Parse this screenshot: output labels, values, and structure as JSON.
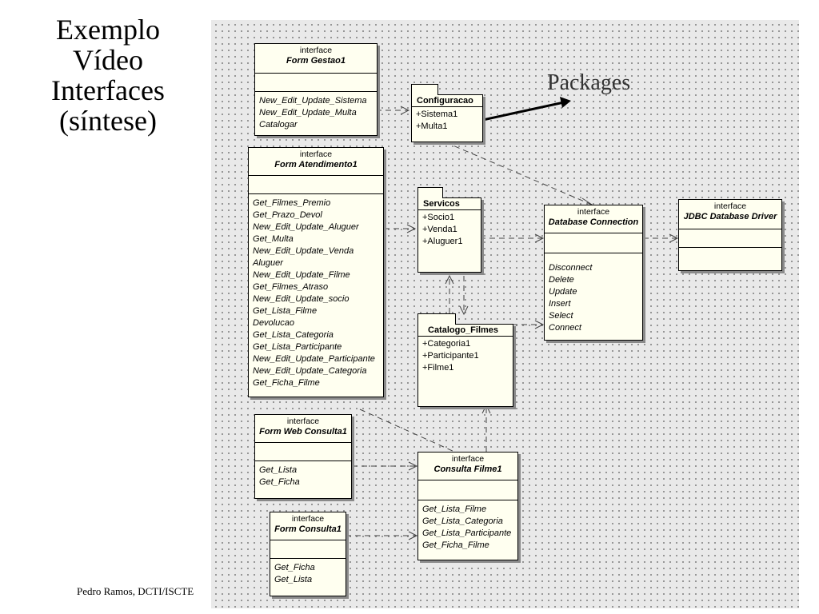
{
  "title_lines": [
    "Exemplo",
    "Vídeo",
    "Interfaces",
    "(síntese)"
  ],
  "footer": "Pedro Ramos, DCTI/ISCTE",
  "annotation": "Packages",
  "stereotype": "interface",
  "interfaces": {
    "form_gestao": {
      "name": "Form Gestao1",
      "ops": [
        "New_Edit_Update_Sistema",
        "New_Edit_Update_Multa",
        "Catalogar"
      ]
    },
    "form_atendimento": {
      "name": "Form Atendimento1",
      "ops": [
        "Get_Filmes_Premio",
        "Get_Prazo_Devol",
        "New_Edit_Update_Aluguer",
        "Get_Multa",
        "New_Edit_Update_Venda",
        "Aluguer",
        "New_Edit_Update_Filme",
        "Get_Filmes_Atraso",
        "New_Edit_Update_socio",
        "Get_Lista_Filme",
        "Devolucao",
        "Get_Lista_Categoria",
        "Get_Lista_Participante",
        "New_Edit_Update_Participante",
        "New_Edit_Update_Categoria",
        "Get_Ficha_Filme"
      ]
    },
    "form_web_consulta": {
      "name": "Form Web Consulta1",
      "ops": [
        "Get_Lista",
        "Get_Ficha"
      ]
    },
    "form_consulta": {
      "name": "Form Consulta1",
      "ops": [
        "Get_Ficha",
        "Get_Lista"
      ]
    },
    "consulta_filme": {
      "name": "Consulta Filme1",
      "ops": [
        "Get_Lista_Filme",
        "Get_Lista_Categoria",
        "Get_Lista_Participante",
        "Get_Ficha_Filme"
      ]
    },
    "database_connection": {
      "name": "Database Connection",
      "ops": [
        "Disconnect",
        "Delete",
        "Update",
        "Insert",
        "Select",
        "Connect"
      ]
    },
    "jdbc_driver": {
      "name": "JDBC Database Driver",
      "ops": []
    }
  },
  "packages": {
    "configuracao": {
      "name": "Configuracao",
      "items": [
        "+Sistema1",
        "+Multa1"
      ]
    },
    "servicos": {
      "name": "Servicos",
      "items": [
        "+Socio1",
        "+Venda1",
        "+Aluguer1"
      ]
    },
    "catalogo_filmes": {
      "name": "Catalogo_Filmes",
      "items": [
        "+Categoria1",
        "+Participante1",
        "+Filme1"
      ]
    }
  }
}
